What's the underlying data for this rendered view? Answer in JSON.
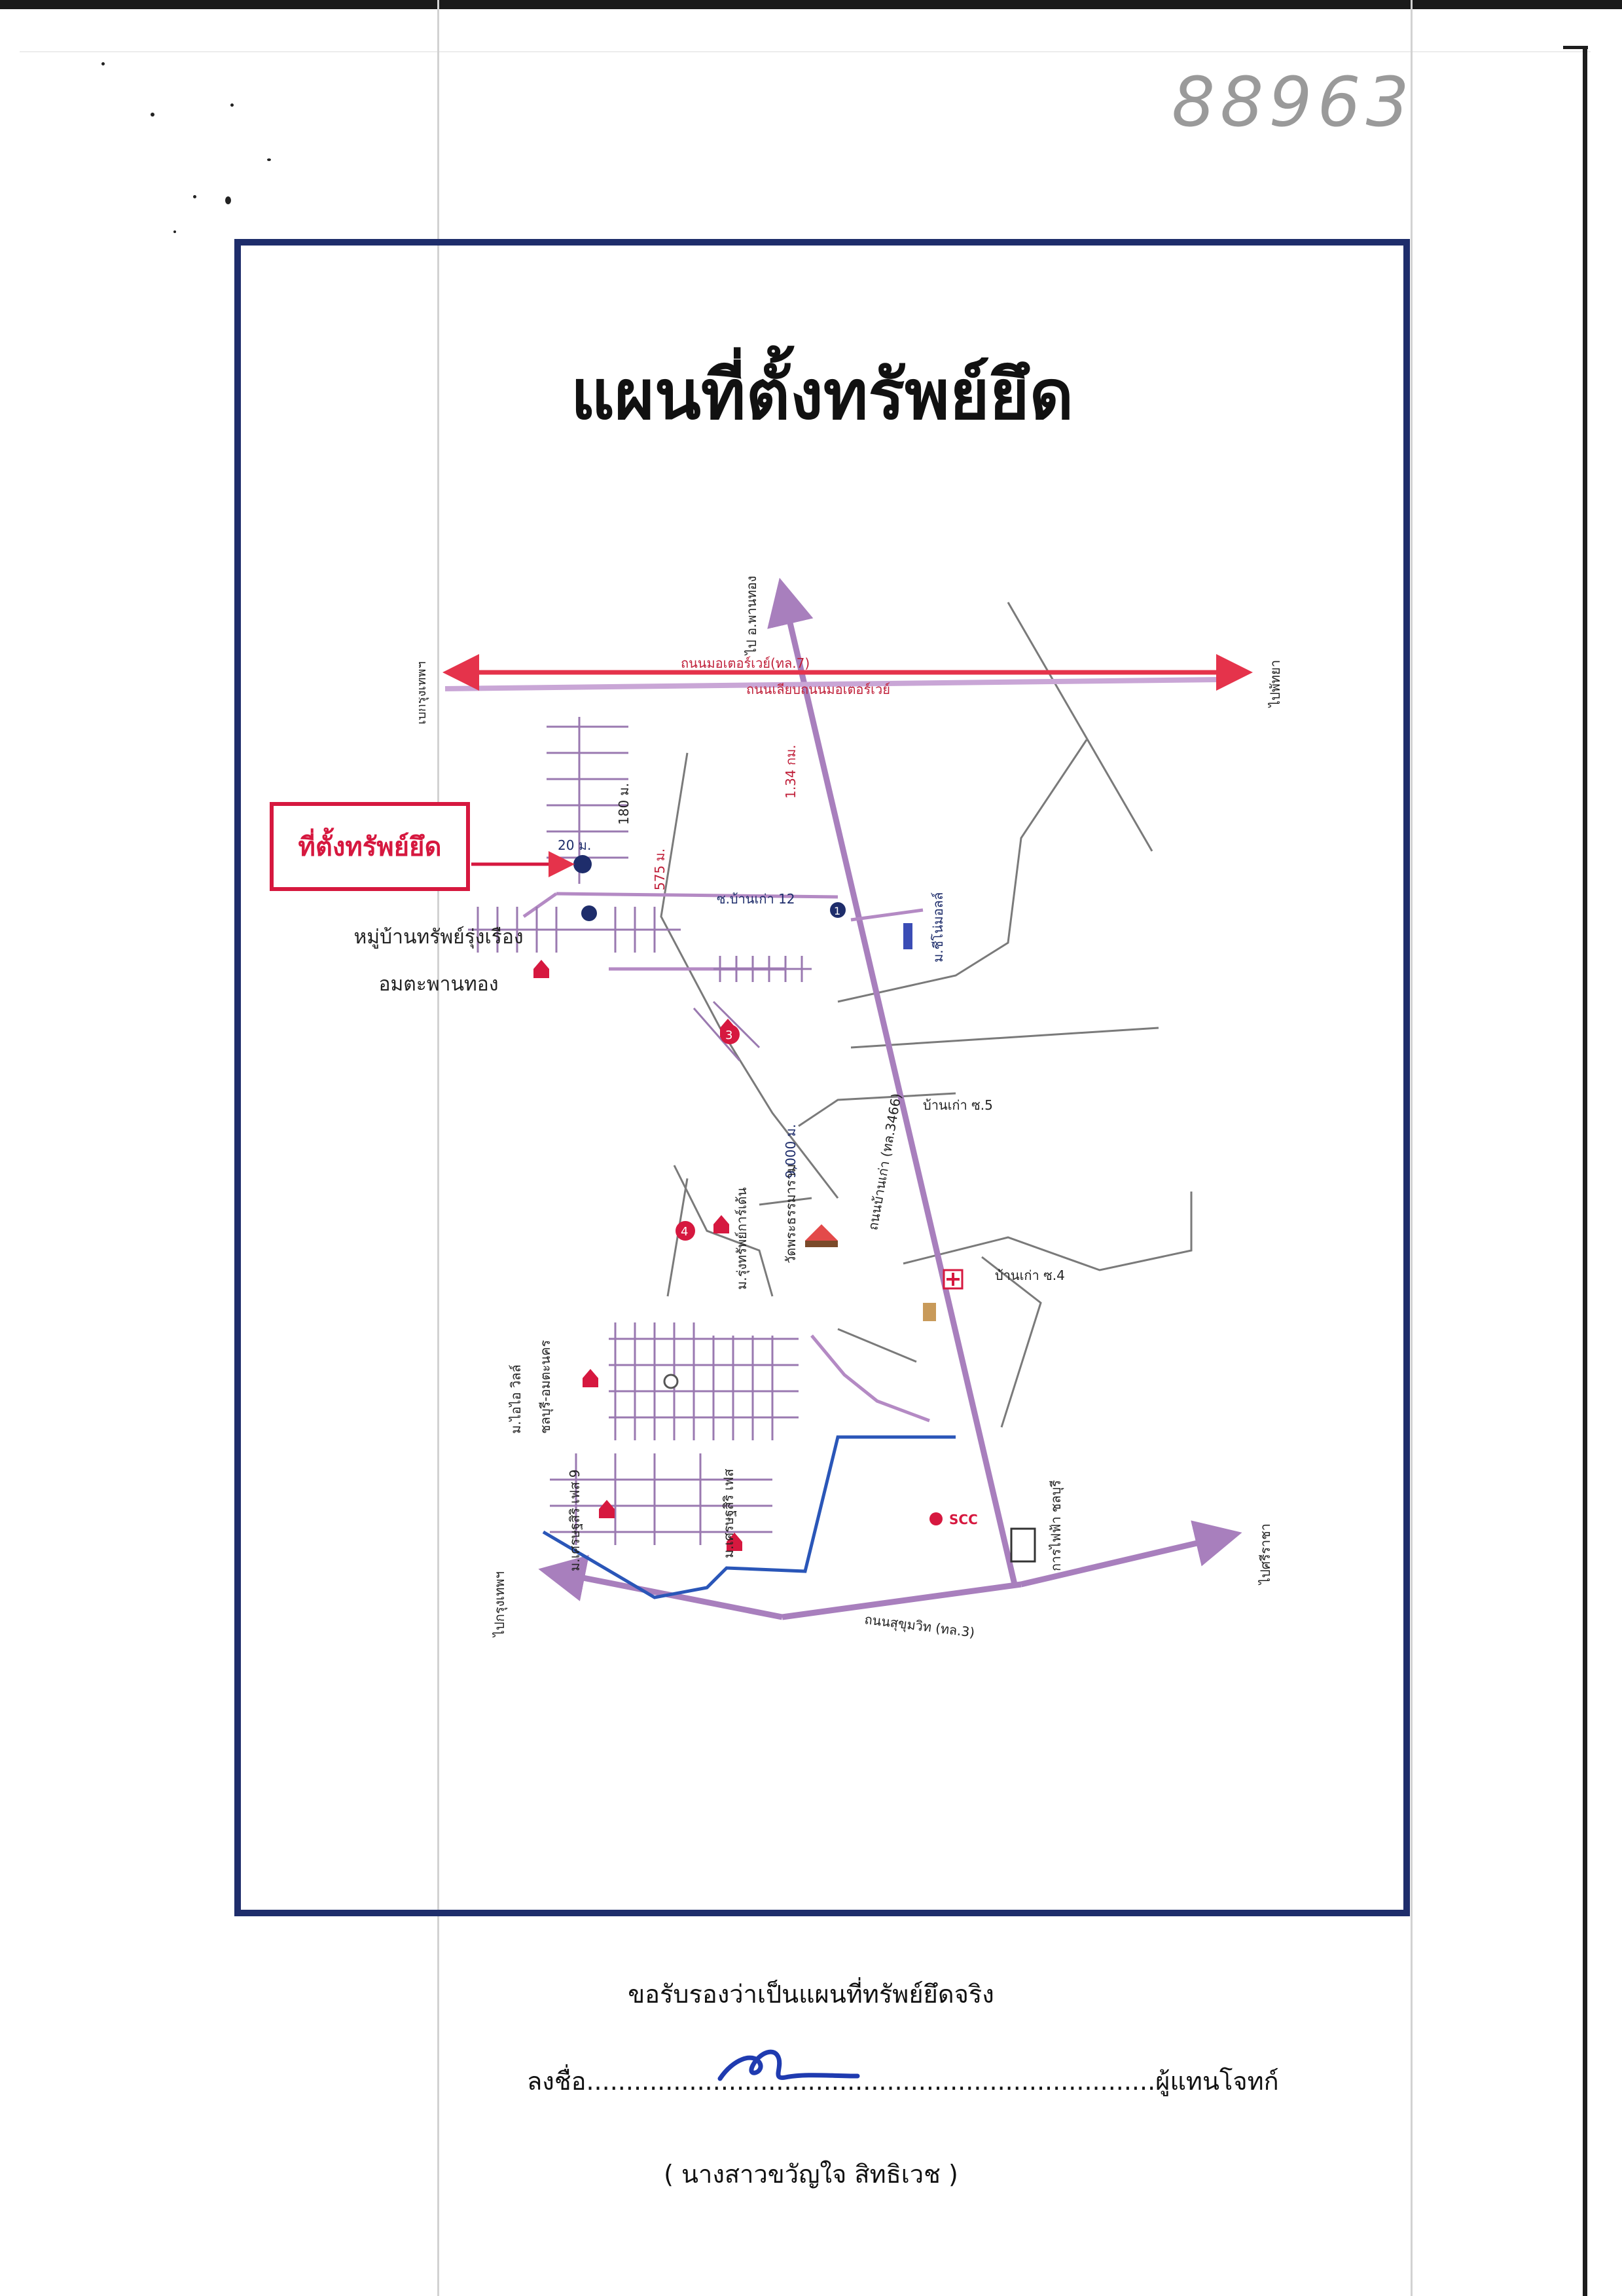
{
  "document": {
    "stamp_number": "88963",
    "title": "แผนที่ตั้งทรัพย์ยึด",
    "callout_label": "ที่ตั้งทรัพย์ยึด",
    "village_name": "หมู่บ้านทรัพย์รุ่งเรือง",
    "village_sub": "อมตะพานทอง",
    "certification": "ขอรับรองว่าเป็นแผนที่ทรัพย์ยึดจริง",
    "sign_prefix": "ลงชื่อ",
    "sign_dots": "........................................................................",
    "sign_suffix": "ผู้แทนโจทก์",
    "signer_name": "( นางสาวขวัญใจ  สิทธิเวช )"
  },
  "map": {
    "road_motorway": "ถนนมอเตอร์เวย์(ทล.7)",
    "road_frontage": "ถนนเลียบถนนมอเตอร์เวย์",
    "road_sukhumvit": "ถนนสุขุมวิท (ทล.3)",
    "road_main": "ถนนบ้านเก่า (ทล.3466)",
    "to_phanthong": "ไป อ.พานทอง",
    "to_bangkok_top": "ไปกรุงเทพฯ",
    "to_pattaya": "ไปพัทยา",
    "to_bangkok_bottom": "ไปกรุงเทพฯ",
    "to_sriracha": "ไปศรีราชา",
    "dist_1": "1.34 กม.",
    "dist_2": "575 ม.",
    "dist_3": "180 ม.",
    "dist_4": "20 ม.",
    "dist_5": "9,000 ม.",
    "soi_12": "ซ.บ้านเก่า 12",
    "soi_5": "บ้านเก่า ซ.5",
    "soi_4": "บ้านเก่า ซ.4",
    "village_chaiyo": "ม.ไอไอ วิลล์",
    "village_chaiyo_sub": "ชลบุรี-อมตะนคร",
    "village_pruksa": "ม.รุ่งทรัพย์การ์เด้น",
    "temple": "วัดพระธรรมาราม",
    "village_phase9": "ม.เศรษฐสิริ เฟส 9",
    "village_phase": "ม.เศรษฐสิริ เฟส",
    "village_amata": "ม.ชีโน่มอลล์",
    "pea": "การไฟฟ้า ชลบุรี",
    "scc": "SCC",
    "marker_1": "1",
    "marker_3": "3",
    "marker_4": "4"
  },
  "colors": {
    "frame": "#1e2d6b",
    "motorway": "#e5334b",
    "road": "#b48ac4",
    "canal": "#2a56b8",
    "callout": "#d6183f"
  }
}
